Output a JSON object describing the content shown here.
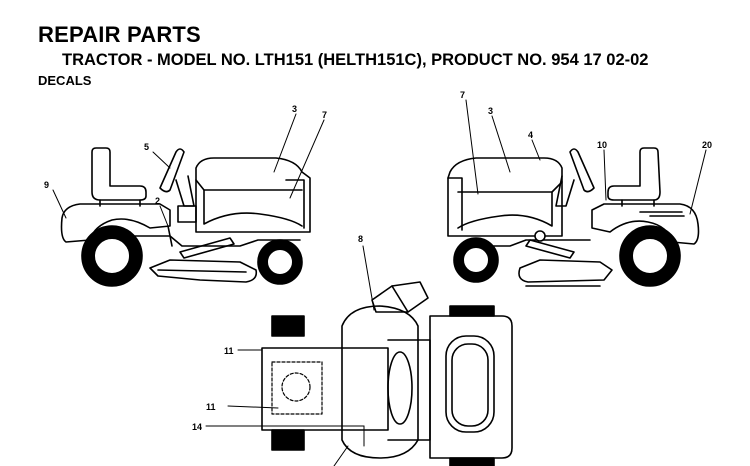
{
  "header": {
    "title": "REPAIR PARTS",
    "subtitle": "TRACTOR - MODEL NO. LTH151 (HELTH151C), PRODUCT NO. 954 17 02-02",
    "section": "DECALS"
  },
  "callouts": {
    "left_view": [
      "9",
      "5",
      "3",
      "7",
      "2"
    ],
    "right_view": [
      "7",
      "3",
      "4",
      "10",
      "20"
    ],
    "top_view": [
      "8",
      "11",
      "11",
      "14"
    ]
  }
}
